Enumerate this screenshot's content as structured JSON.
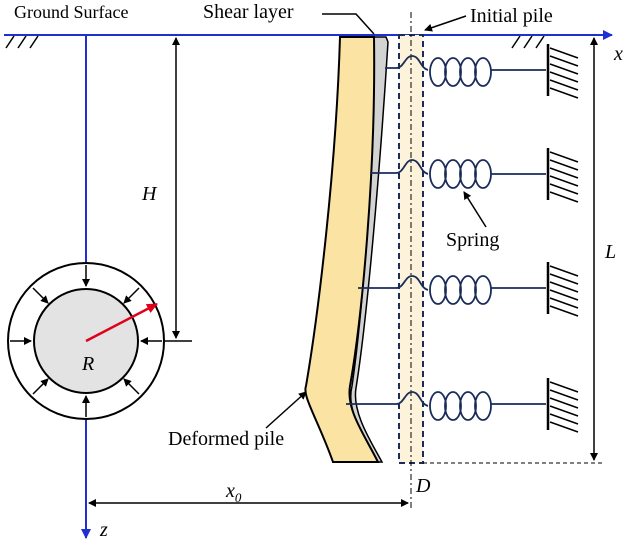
{
  "labels": {
    "ground_surface": "Ground Surface",
    "shear_layer": "Shear layer",
    "initial_pile": "Initial pile",
    "x_axis": "x",
    "z_axis": "z",
    "H": "H",
    "L": "L",
    "R": "R",
    "spring": "Spring",
    "deformed_pile": "Deformed pile",
    "x0_base": "x",
    "x0_sub": "0",
    "D": "D"
  },
  "colors": {
    "axis": "#1f2fd0",
    "cavity_ring": "#000000",
    "cavity_fill": "#e3e3e3",
    "radius_arrow": "#e0001a",
    "pile_fill": "#fbe3a4",
    "shear_fill": "#d3d3d3",
    "initial_pile_fill": "#fdf3da",
    "initial_pile_outline": "#1a2d5a",
    "spring": "#1a2d5a"
  },
  "icons": {
    "ground_hatch": "hatch-icon",
    "wall_support": "fixed-support-icon"
  }
}
